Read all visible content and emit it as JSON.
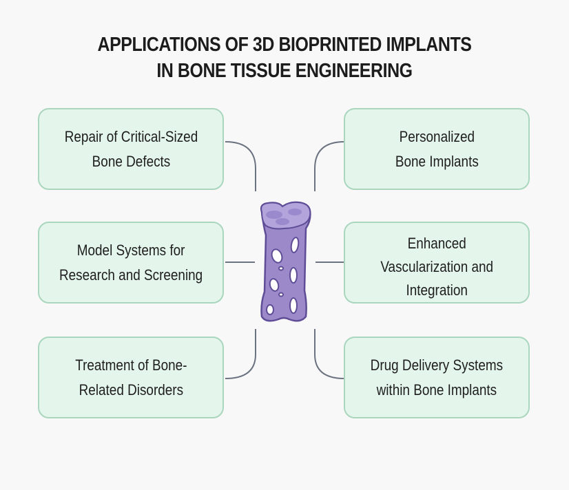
{
  "title": {
    "line1": "APPLICATIONS OF 3D BIOPRINTED IMPLANTS",
    "line2": "IN BONE TISSUE ENGINEERING"
  },
  "center_icon": "bone-scaffold-icon",
  "colors": {
    "box_fill": "#e4f6ec",
    "box_border": "#a9d6bd",
    "connector": "#6b7280",
    "bone_fill": "#9b89c9",
    "bone_outline": "#6a58a3",
    "background": "#f8f8f8"
  },
  "nodes": [
    {
      "label": "Repair of Critical-Sized\nBone Defects",
      "side": "left",
      "row": 1
    },
    {
      "label": "Model Systems for\nResearch and Screening",
      "side": "left",
      "row": 2
    },
    {
      "label": "Treatment of Bone-\nRelated Disorders",
      "side": "left",
      "row": 3
    },
    {
      "label": "Personalized\nBone Implants",
      "side": "right",
      "row": 1
    },
    {
      "label": "Enhanced\nVascularization and\nIntegration",
      "side": "right",
      "row": 2
    },
    {
      "label": "Drug Delivery Systems\nwithin Bone Implants",
      "side": "right",
      "row": 3
    }
  ]
}
